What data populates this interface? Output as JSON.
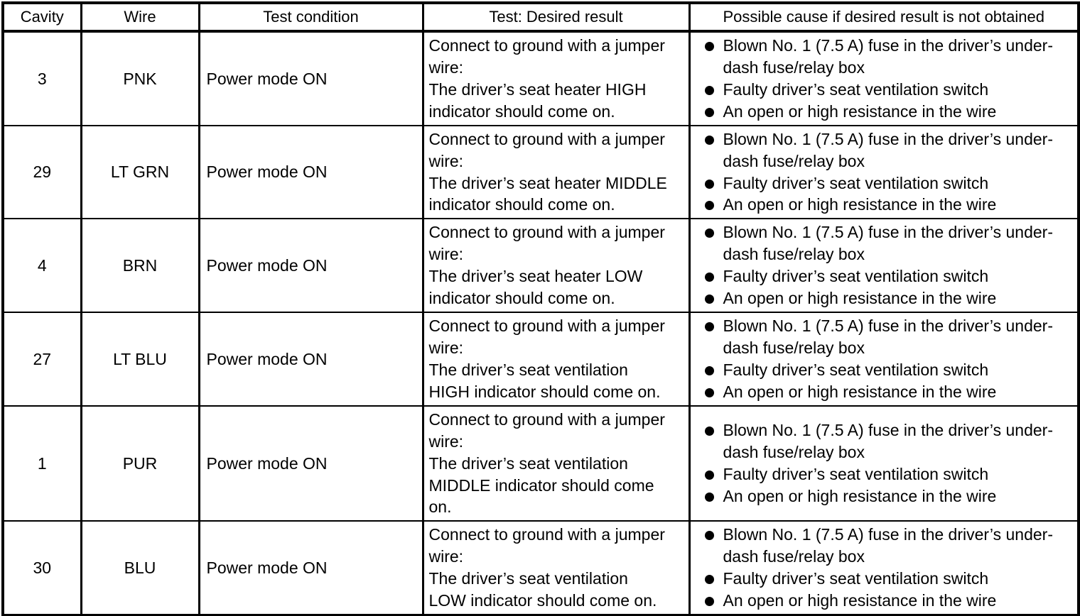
{
  "table": {
    "headers": [
      {
        "id": "cavity",
        "label": "Cavity"
      },
      {
        "id": "wire",
        "label": "Wire"
      },
      {
        "id": "test_condition",
        "label": "Test condition"
      },
      {
        "id": "desired_result",
        "label": "Test: Desired result"
      },
      {
        "id": "possible_cause",
        "label": "Possible cause if desired result is not obtained"
      }
    ],
    "rows": [
      {
        "cavity": "3",
        "wire": "PNK",
        "test_condition": "Power mode ON",
        "desired_result_lines": [
          "Connect to ground with a jumper",
          "wire:",
          "The driver’s seat heater HIGH",
          "indicator should come on."
        ],
        "possible_causes": [
          "Blown No. 1 (7.5 A) fuse in the driver’s under-dash fuse/relay box",
          "Faulty driver’s seat ventilation switch",
          "An open or high resistance in the wire"
        ]
      },
      {
        "cavity": "29",
        "wire": "LT GRN",
        "test_condition": "Power mode ON",
        "desired_result_lines": [
          "Connect to ground with a jumper",
          "wire:",
          "The driver’s seat heater MIDDLE",
          "indicator should come on."
        ],
        "possible_causes": [
          "Blown No. 1 (7.5 A) fuse in the driver’s under-dash fuse/relay box",
          "Faulty driver’s seat ventilation switch",
          "An open or high resistance in the wire"
        ]
      },
      {
        "cavity": "4",
        "wire": "BRN",
        "test_condition": "Power mode ON",
        "desired_result_lines": [
          "Connect to ground with a jumper",
          "wire:",
          "The driver’s seat heater LOW",
          "indicator should come on."
        ],
        "possible_causes": [
          "Blown No. 1 (7.5 A) fuse in the driver’s under-dash fuse/relay box",
          "Faulty driver’s seat ventilation switch",
          "An open or high resistance in the wire"
        ]
      },
      {
        "cavity": "27",
        "wire": "LT BLU",
        "test_condition": "Power mode ON",
        "desired_result_lines": [
          "Connect to ground with a jumper",
          "wire:",
          "The driver’s seat ventilation",
          "HIGH indicator should come on."
        ],
        "possible_causes": [
          "Blown No. 1 (7.5 A) fuse in the driver’s under-dash fuse/relay box",
          "Faulty driver’s seat ventilation switch",
          "An open or high resistance in the wire"
        ]
      },
      {
        "cavity": "1",
        "wire": "PUR",
        "test_condition": "Power mode ON",
        "desired_result_lines": [
          "Connect to ground with a jumper",
          "wire:",
          "The driver’s seat ventilation",
          "MIDDLE indicator should come",
          "on."
        ],
        "possible_causes": [
          "Blown No. 1 (7.5 A) fuse in the driver’s under-dash fuse/relay box",
          "Faulty driver’s seat ventilation switch",
          "An open or high resistance in the wire"
        ]
      },
      {
        "cavity": "30",
        "wire": "BLU",
        "test_condition": "Power mode ON",
        "desired_result_lines": [
          "Connect to ground with a jumper",
          "wire:",
          "The driver’s seat ventilation",
          "LOW indicator should come on."
        ],
        "possible_causes": [
          "Blown No. 1 (7.5 A) fuse in the driver’s under-dash fuse/relay box",
          "Faulty driver’s seat ventilation switch",
          "An open or high resistance in the wire"
        ]
      }
    ]
  },
  "style": {
    "text_color": "#000000",
    "background_color": "#ffffff",
    "border_color": "#000000"
  }
}
